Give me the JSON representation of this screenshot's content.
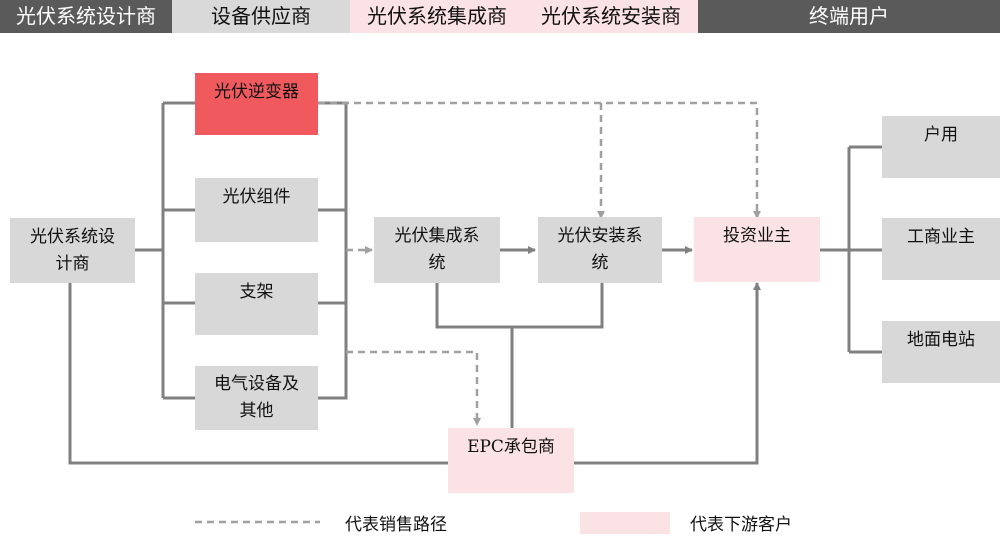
{
  "header": [
    {
      "label": "光伏系统设计商",
      "bg": "#5a5a5a",
      "fg": "#ffffff"
    },
    {
      "label": "设备供应商",
      "bg": "#d9d9d9",
      "fg": "#111111"
    },
    {
      "label": "光伏系统集成商",
      "bg": "#fbe3e5",
      "fg": "#111111"
    },
    {
      "label": "光伏系统安装商",
      "bg": "#fbe3e5",
      "fg": "#111111"
    },
    {
      "label": "终端用户",
      "bg": "#5a5a5a",
      "fg": "#ffffff"
    }
  ],
  "nodes": {
    "designer": "光伏系统设\n计商",
    "inverter": "光伏逆变器",
    "module": "光伏组件",
    "bracket": "支架",
    "electrical": "电气设备及\n其他",
    "integration": "光伏集成系\n统",
    "installation": "光伏安装系\n统",
    "investor": "投资业主",
    "epc": "EPC承包商",
    "household": "户用",
    "commercial": "工商业主",
    "ground": "地面电站"
  },
  "legend": {
    "dashed": "代表销售路径",
    "pink": "代表下游客户"
  },
  "colors": {
    "gray_box": "#d8d8d8",
    "pink_box": "#fbe3e5",
    "red_box": "#f0595e",
    "solid_line": "#808080",
    "dashed_line": "#a0a0a0"
  }
}
